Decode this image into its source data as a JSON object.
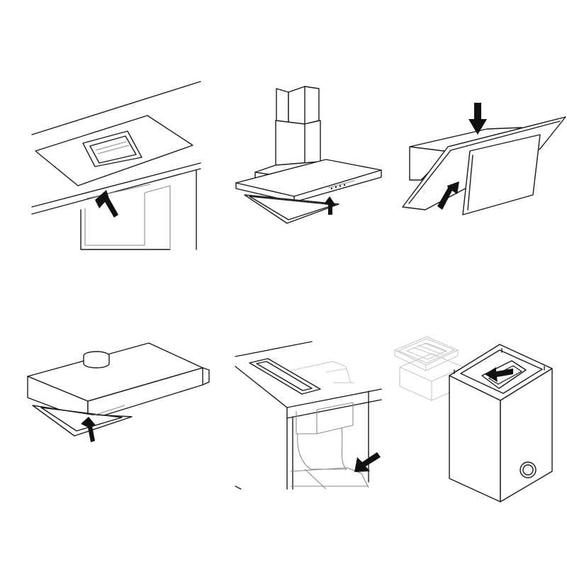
{
  "panels": [
    {
      "id": "downdraft-hob",
      "icon": "downdraft-hob-icon",
      "arrow": "arrow-up-icon"
    },
    {
      "id": "island-chimney-hood",
      "icon": "island-chimney-hood-icon",
      "arrow": "arrow-up-icon"
    },
    {
      "id": "angled-wall-hood",
      "icon": "angled-wall-hood-icon",
      "arrow": "arrow-down-icon"
    },
    {
      "id": "under-cabinet-hood",
      "icon": "under-cabinet-hood-icon",
      "arrow": "arrow-up-icon"
    },
    {
      "id": "countertop-downdraft",
      "icon": "countertop-downdraft-icon",
      "arrow": "arrow-left-down-icon"
    },
    {
      "id": "recirculation-box-filter",
      "icon": "recirculation-box-icon",
      "arrow": "arrow-left-icon"
    }
  ],
  "colors": {
    "line": "#1a1a1a",
    "thin": "#8a8a8a",
    "ghost": "#c8c8c8",
    "arrow": "#111111",
    "background": "#ffffff"
  }
}
